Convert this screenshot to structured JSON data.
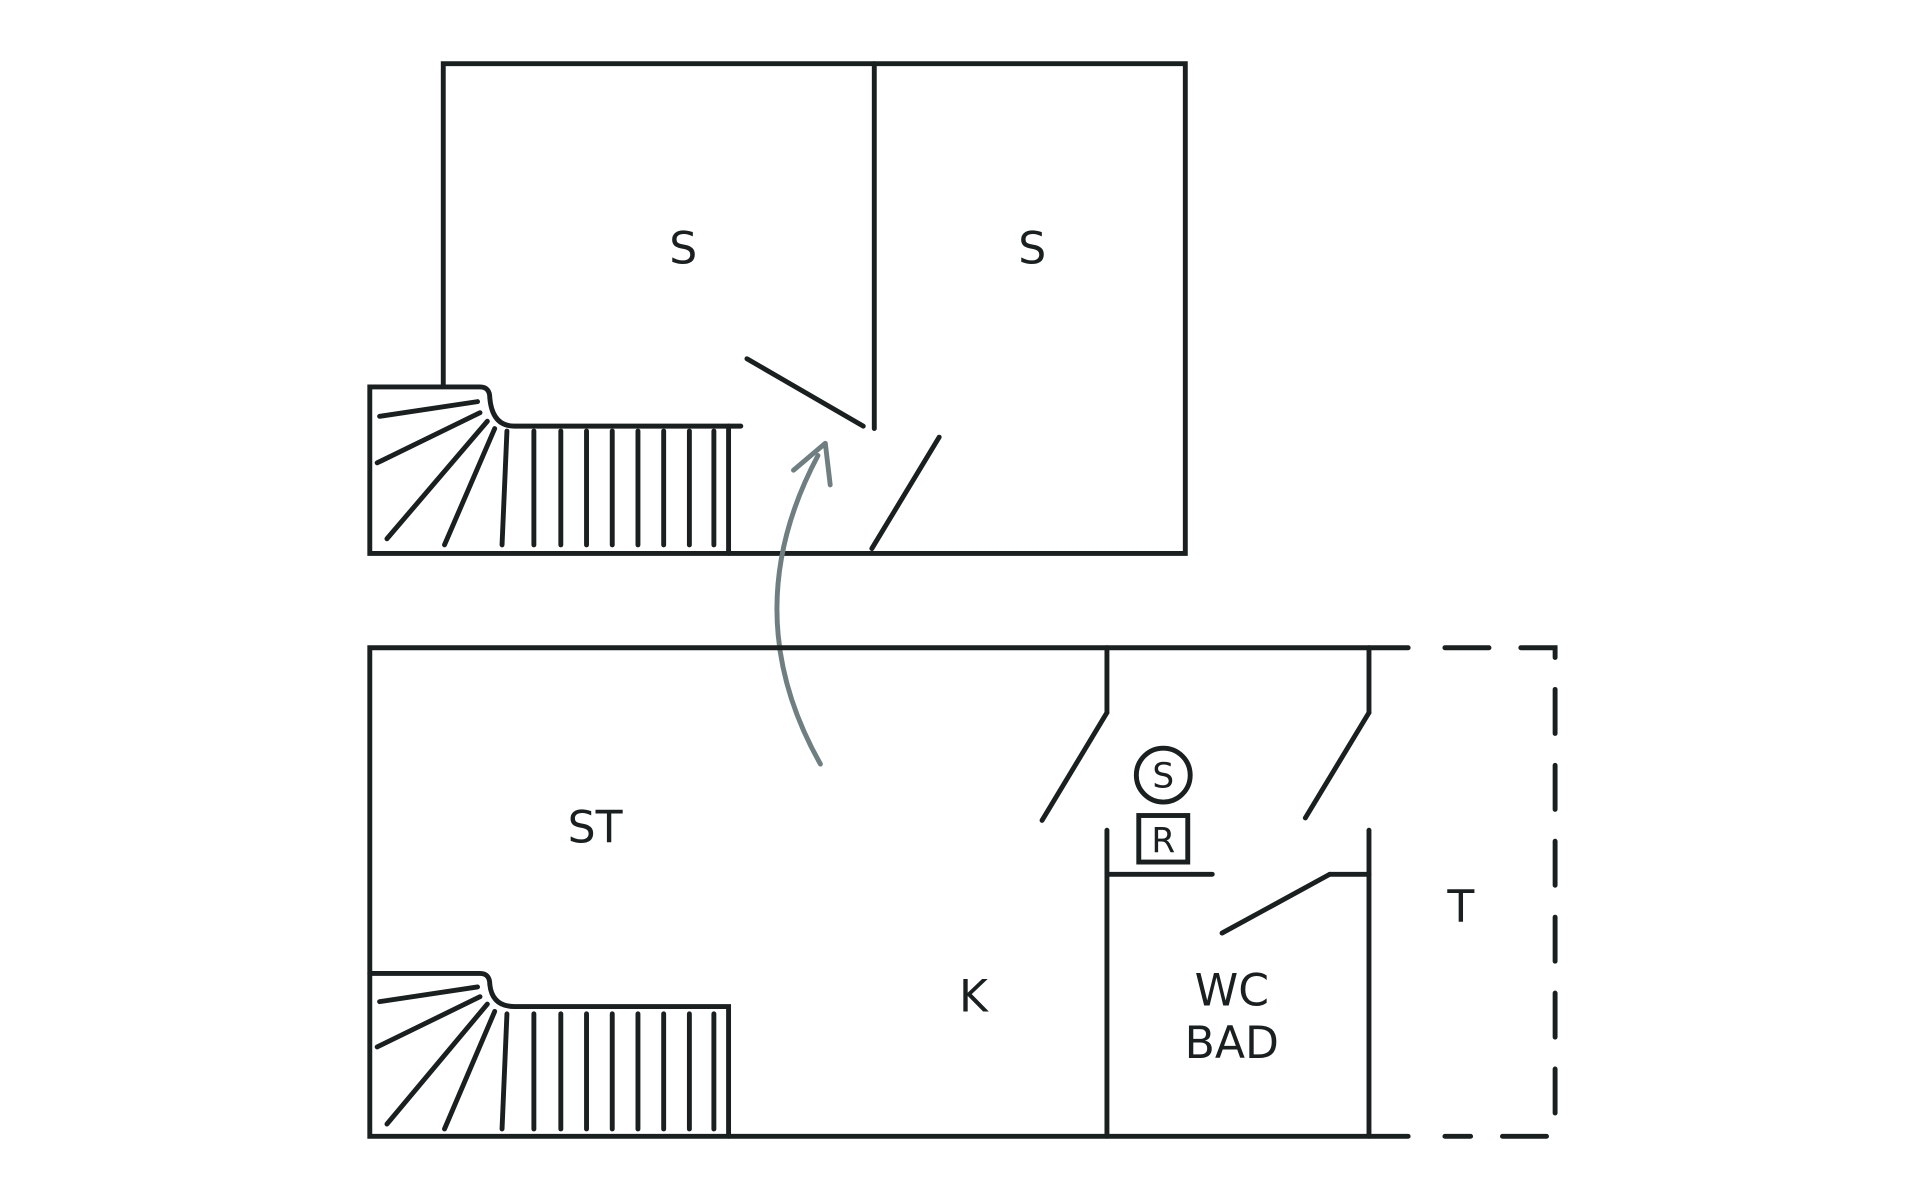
{
  "upper_floor": {
    "rooms": [
      "S",
      "S"
    ]
  },
  "lower_floor": {
    "rooms": [
      "ST",
      "K",
      "WC",
      "BAD",
      "T"
    ],
    "symbols": [
      "S",
      "R"
    ]
  },
  "colors": {
    "lines": "#1a1f20",
    "arrow": "#6f7e80"
  }
}
